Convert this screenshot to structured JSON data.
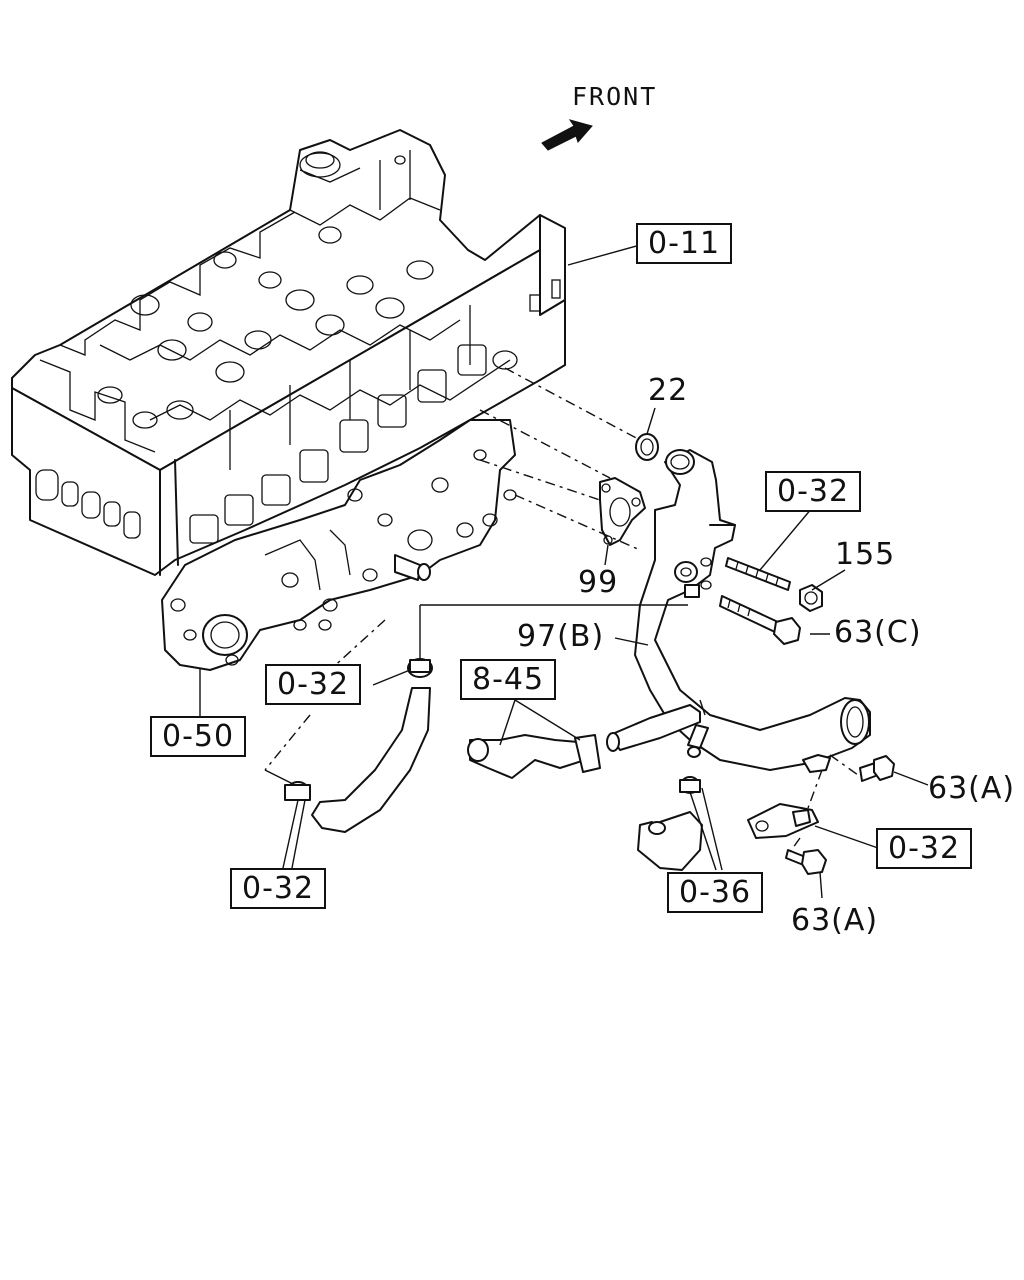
{
  "direction": {
    "label": "FRONT",
    "icon": "front-arrow-icon"
  },
  "ref_boxes": {
    "head": "0-11",
    "gasket_bolt": "0-32",
    "left_hose": "0-32",
    "bracket_bottom": "0-50",
    "left_bottom_hose": "0-32",
    "pipe_small": "8-45",
    "bracket_right": "0-32",
    "lower_hose": "0-36"
  },
  "part_labels": {
    "oring": "22",
    "gasket": "99",
    "nut": "155",
    "pipe": "97(B)",
    "bolt_c": "63(C)",
    "bolt_a_upper": "63(A)",
    "bolt_a_lower": "63(A)"
  }
}
